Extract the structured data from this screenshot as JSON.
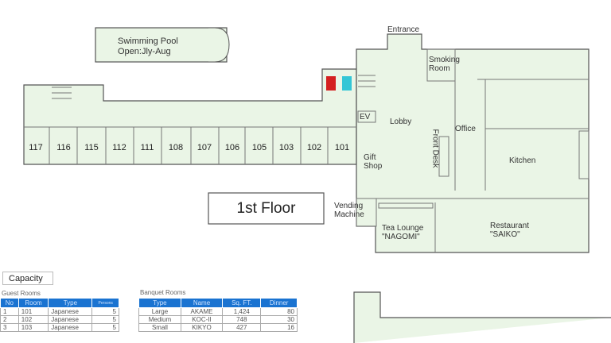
{
  "pool": {
    "name": "Swimming Pool",
    "hours": "Open:Jly-Aug"
  },
  "floor_title": "1st Floor",
  "rooms": [
    "117",
    "116",
    "115",
    "112",
    "111",
    "108",
    "107",
    "106",
    "105",
    "103",
    "102",
    "101"
  ],
  "labels": {
    "entrance": "Entrance",
    "smoking": "Smoking Room",
    "ev": "EV",
    "lobby": "Lobby",
    "office": "Office",
    "gift": "Gift Shop",
    "front_desk": "Front Desk",
    "kitchen": "Kitchen",
    "vending": "Vending Machine",
    "tea": "Tea Lounge \"NAGOMI\"",
    "restaurant": "Restaurant \"SAIKO\""
  },
  "colors": {
    "floor": "#eaf5e6",
    "line": "#555555",
    "header": "#1a73d1",
    "womens": "#d42020",
    "mens": "#33c6d6"
  },
  "capacity": {
    "title": "Capacity",
    "guest": {
      "title": "Guest Rooms",
      "headers": [
        "No",
        "Room",
        "Type",
        "Persons"
      ],
      "rows": [
        [
          "1",
          "101",
          "Japanese",
          "5"
        ],
        [
          "2",
          "102",
          "Japanese",
          "5"
        ],
        [
          "3",
          "103",
          "Japanese",
          "5"
        ]
      ]
    },
    "banquet": {
      "title": "Banquet Rooms",
      "headers": [
        "Type",
        "Name",
        "Sq. FT.",
        "Dinner"
      ],
      "rows": [
        [
          "Large",
          "AKAME",
          "1,424",
          "80"
        ],
        [
          "Medium",
          "KOC-II",
          "748",
          "30"
        ],
        [
          "Small",
          "KIKYO",
          "427",
          "16"
        ]
      ]
    }
  }
}
